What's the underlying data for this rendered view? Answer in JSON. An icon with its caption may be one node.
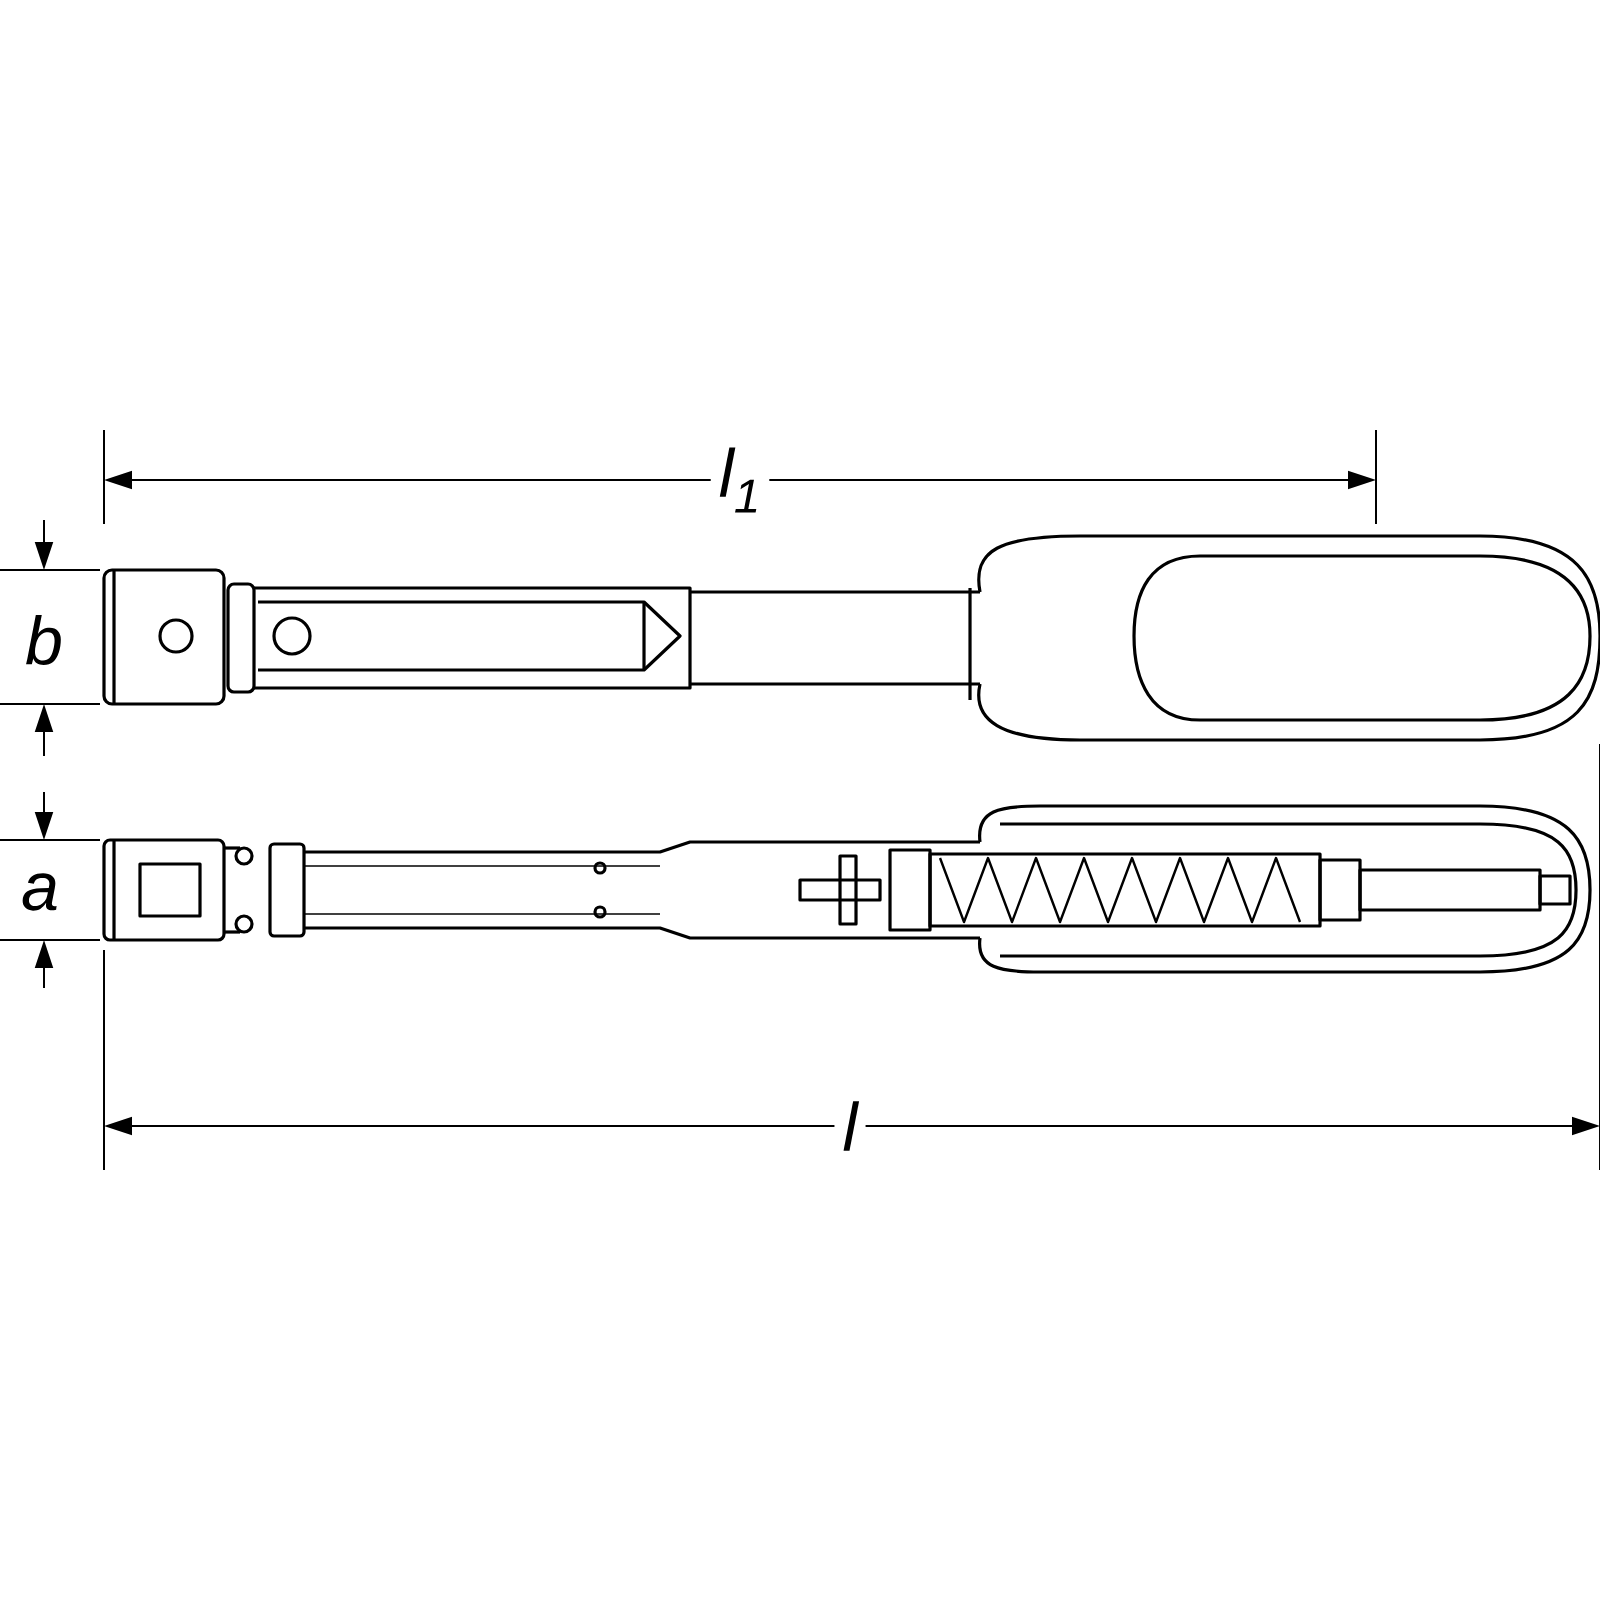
{
  "diagram": {
    "labels": [
      "l$_{1}$",
      "b",
      "a",
      "l"
    ]
  }
}
